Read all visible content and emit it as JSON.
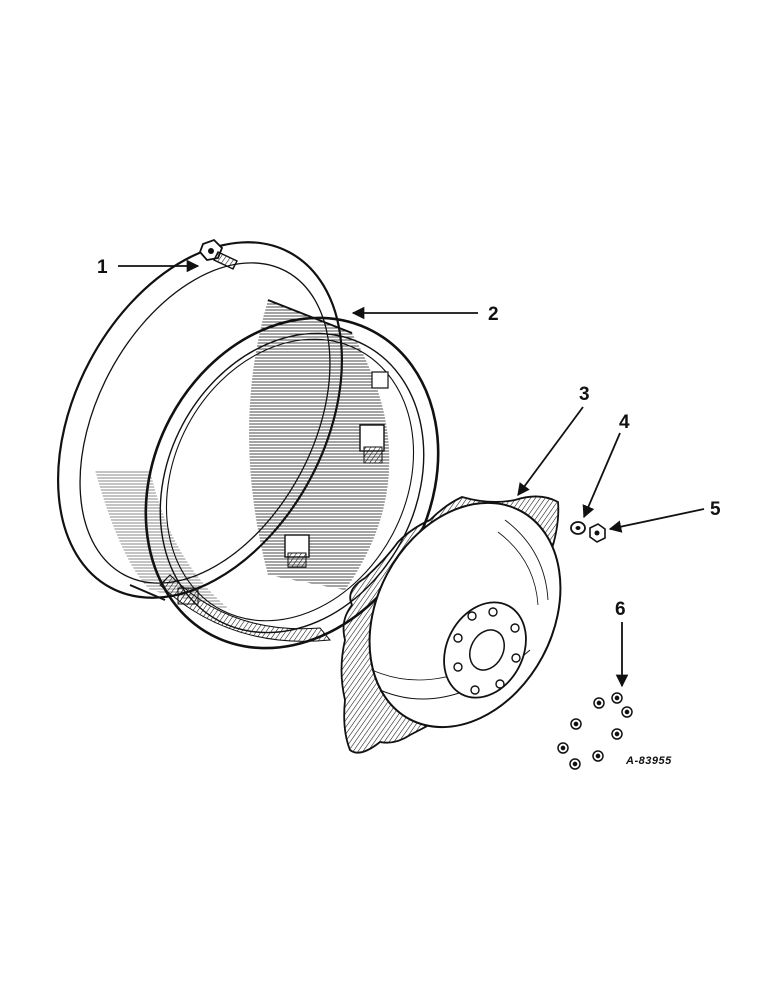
{
  "callouts": [
    {
      "id": "1",
      "text": "1"
    },
    {
      "id": "2",
      "text": "2"
    },
    {
      "id": "3",
      "text": "3"
    },
    {
      "id": "4",
      "text": "4"
    },
    {
      "id": "5",
      "text": "5"
    },
    {
      "id": "6",
      "text": "6"
    }
  ],
  "figure_number": "A-83955",
  "colors": {
    "ink": "#111111",
    "paper": "#ffffff"
  }
}
